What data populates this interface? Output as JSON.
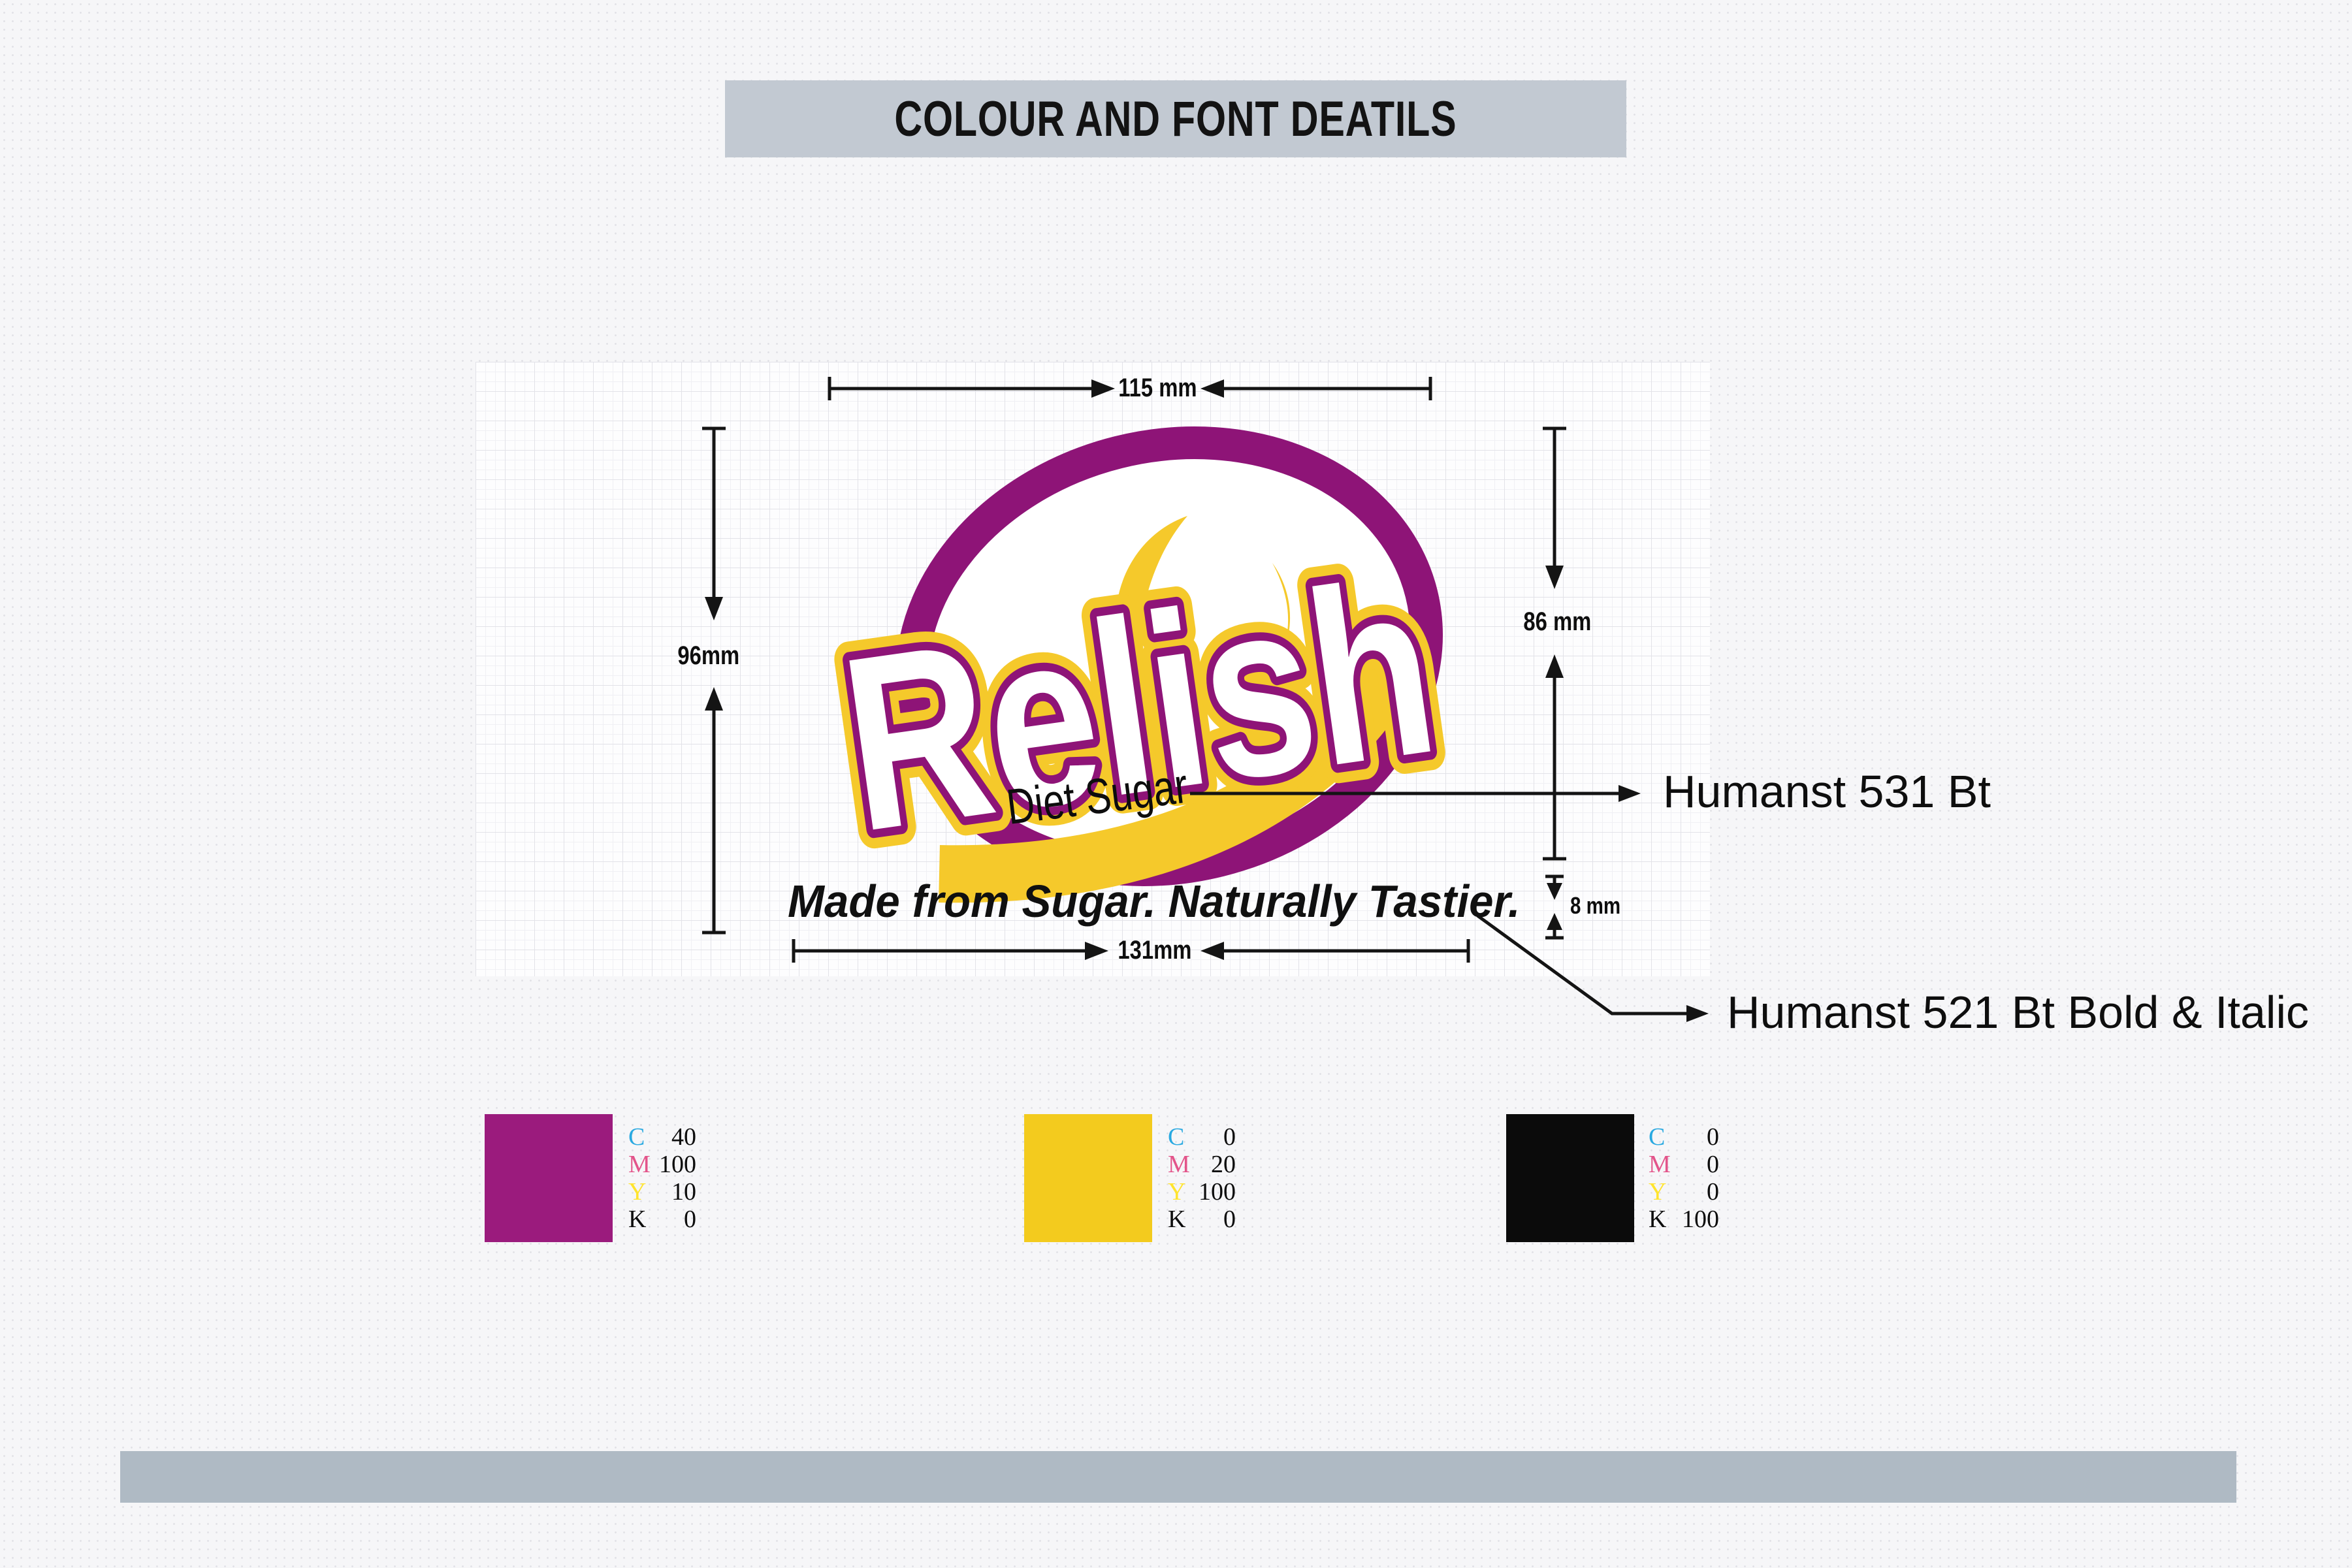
{
  "header": {
    "title": "COLOUR AND FONT DEATILS"
  },
  "logo": {
    "brand": "Relish",
    "subtitle": "Diet Sugar",
    "tagline": "Made from Sugar. Naturally Tastier."
  },
  "dimensions": {
    "width_top": "115 mm",
    "height_left": "96mm",
    "height_right": "86 mm",
    "width_bottom": "131mm",
    "gap_small": "8 mm"
  },
  "font_callouts": {
    "subtitle_font": "Humanst 531 Bt",
    "tagline_font": "Humanst 521 Bt Bold & Italic"
  },
  "colors": {
    "header_bar": "#C2C9D2",
    "footer_bar": "#AFBAC4",
    "logo_purple": "#8E1477",
    "logo_yellow": "#F5C92B",
    "annotation_black": "#141414",
    "c_letter": "#29A9E1",
    "m_letter": "#E3548A",
    "y_letter": "#FFE42E",
    "k_letter": "#0D0D0D"
  },
  "swatches": [
    {
      "name": "purple",
      "hex": "#9B1B7D",
      "rows": [
        {
          "l": "C",
          "v": "40"
        },
        {
          "l": "M",
          "v": "100"
        },
        {
          "l": "Y",
          "v": "10"
        },
        {
          "l": "K",
          "v": "0"
        }
      ]
    },
    {
      "name": "yellow",
      "hex": "#F3CB1E",
      "rows": [
        {
          "l": "C",
          "v": "0"
        },
        {
          "l": "M",
          "v": "20"
        },
        {
          "l": "Y",
          "v": "100"
        },
        {
          "l": "K",
          "v": "0"
        }
      ]
    },
    {
      "name": "black",
      "hex": "#0B0B0B",
      "rows": [
        {
          "l": "C",
          "v": "0"
        },
        {
          "l": "M",
          "v": "0"
        },
        {
          "l": "Y",
          "v": "0"
        },
        {
          "l": "K",
          "v": "100"
        }
      ]
    }
  ]
}
